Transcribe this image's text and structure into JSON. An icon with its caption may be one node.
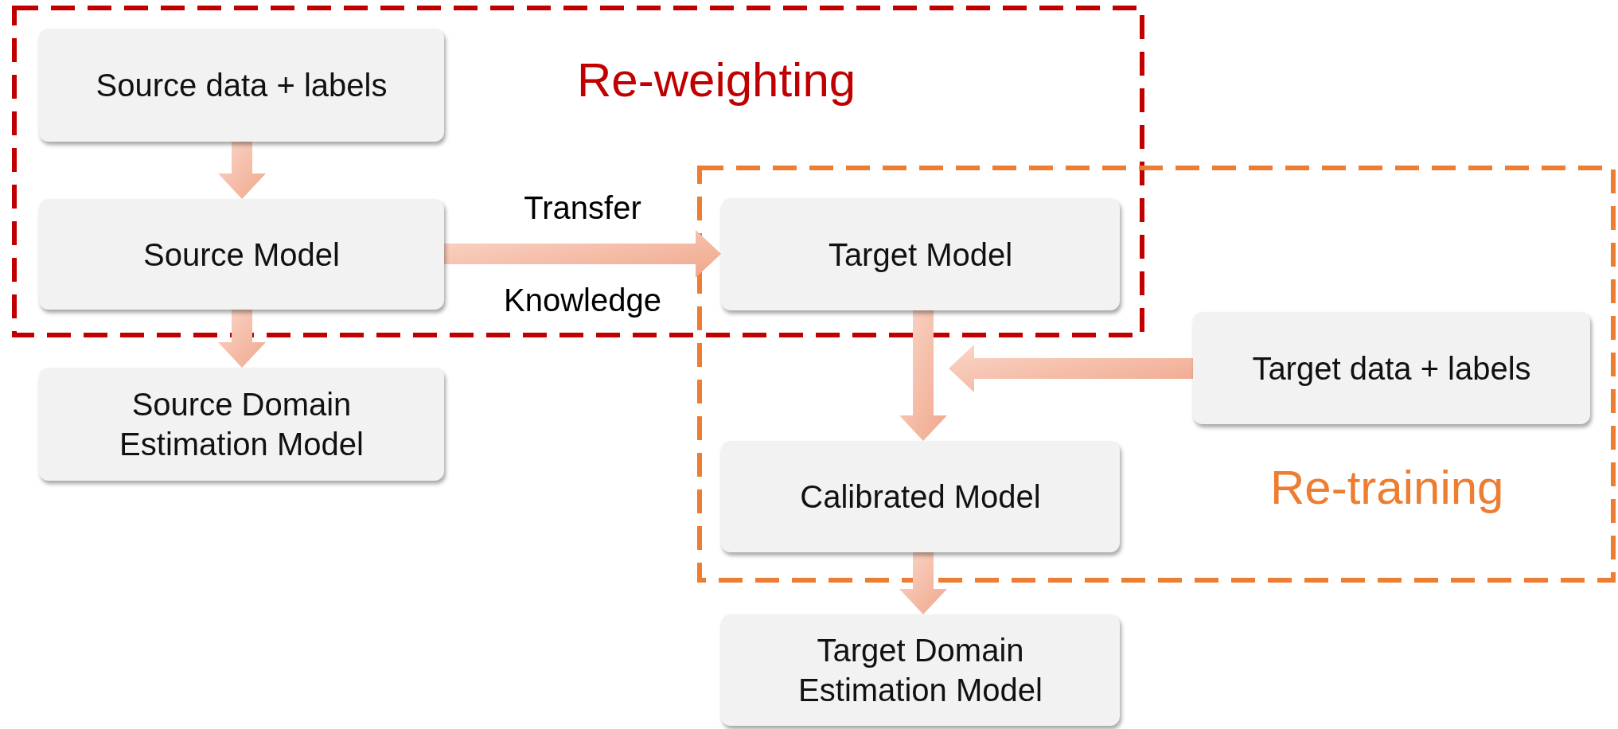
{
  "diagram": {
    "nodes": [
      {
        "text": [
          "Re-weighting"
        ]
      },
      {
        "text": [
          "Source data + labels"
        ],
        "in": 0
      },
      {
        "text": [
          "Source Model"
        ],
        "in": 0
      },
      {
        "text": [
          "Source Domain Estimation Model"
        ]
      },
      {
        "text": [
          "Re-training"
        ]
      },
      {
        "text": [
          "Target Model"
        ]
      },
      {
        "text": [
          "Target data + labels"
        ],
        "in": 4
      },
      {
        "text": [
          "Calibrated Model"
        ],
        "in": 4
      },
      {
        "text": [
          "Target Domain Estimation Model"
        ]
      }
    ],
    "edges": [
      {
        "from": 1,
        "to": 2,
        "arrow": "to"
      },
      {
        "from": 2,
        "to": 3,
        "arrow": "to"
      },
      {
        "from": 2,
        "to": 5,
        "arrow": "to",
        "label": "Transfer Knowledge"
      },
      {
        "from": 5,
        "to": 7,
        "arrow": "to"
      },
      {
        "from": 6,
        "to": null,
        "arrow": "to"
      },
      {
        "from": 7,
        "to": 8,
        "arrow": "to"
      }
    ]
  }
}
